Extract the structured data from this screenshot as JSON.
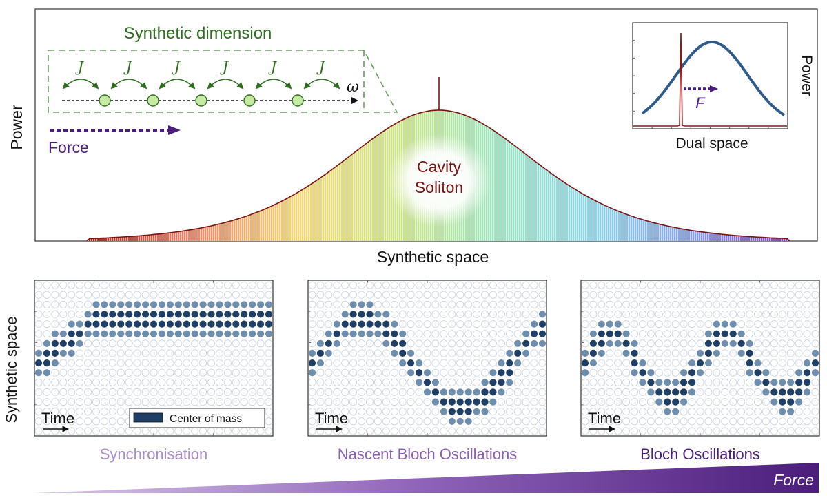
{
  "top_panel": {
    "y_axis_label": "Power",
    "x_axis_label": "Synthetic space",
    "synthetic_dimension": {
      "title": "Synthetic dimension",
      "coupling_labels": [
        "J",
        "J",
        "J",
        "J",
        "J",
        "J"
      ],
      "axis_symbol": "ω",
      "site_count": 5
    },
    "force_label": "Force",
    "soliton_label_line1": "Cavity",
    "soliton_label_line2": "Soliton"
  },
  "inset": {
    "y_label": "Power",
    "x_label": "Dual space",
    "force_symbol": "F"
  },
  "bottom_panels": [
    {
      "title": "Synchronisation",
      "time_label": "Time",
      "legend_label": "Center of mass",
      "regime": "synchronisation"
    },
    {
      "title": "Nascent Bloch Oscillations",
      "time_label": "Time",
      "regime": "nascent"
    },
    {
      "title": "Bloch Oscillations",
      "time_label": "Time",
      "regime": "bloch"
    }
  ],
  "bottom_y_label": "Synthetic space",
  "force_bar_label": "Force",
  "colors": {
    "synthetic_green": "#2d6e1f",
    "site_fill": "#c6eaa3",
    "force_purple": "#4b1d7c",
    "soliton_red": "#7a1212",
    "dot_dark": "#1f3f66",
    "dot_light": "#6f8eae",
    "inset_gauss": "#2f5a8c",
    "title_light_purple": "#a98cc8",
    "title_mid_purple": "#8a60b6",
    "title_dark_purple": "#4b1d7c"
  }
}
